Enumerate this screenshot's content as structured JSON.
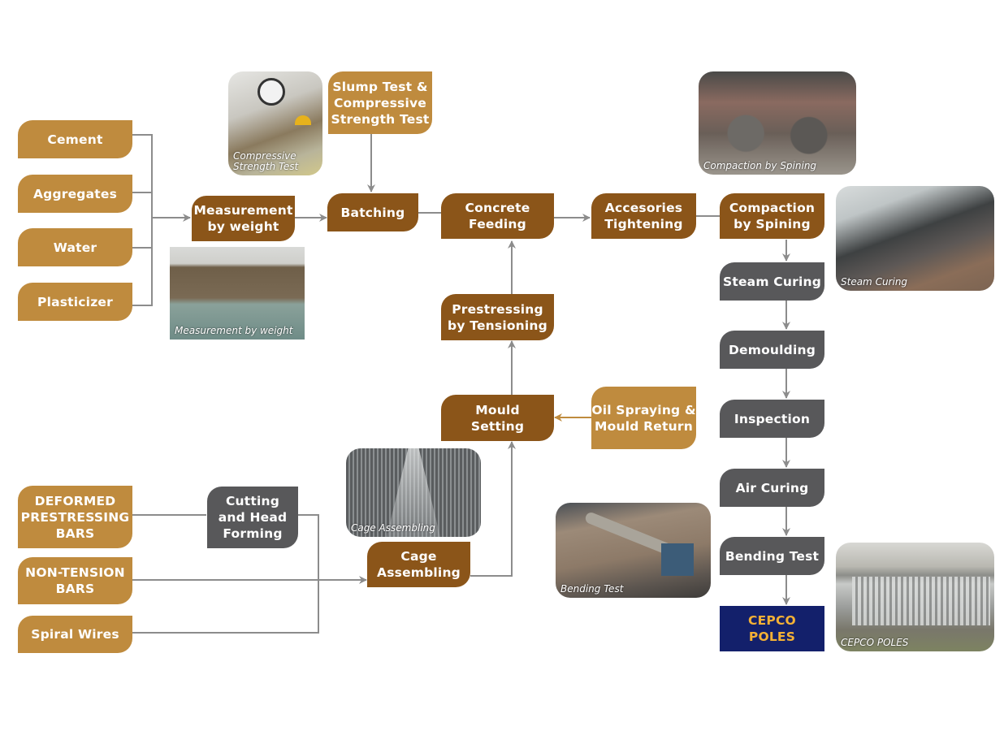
{
  "colors": {
    "raw_material": "#BF8B3E",
    "process": "#8B5519",
    "finishing": "#58585A",
    "product": "#13206B",
    "product_text": "#F4B135",
    "connector": "#8C8C8C",
    "return_connector": "#BF8B3E"
  },
  "inputs": {
    "concrete": [
      "Cement",
      "Aggregates",
      "Water",
      "Plasticizer"
    ],
    "steel": [
      "DEFORMED\nPRESTRESSING\nBARS",
      "NON-TENSION\nBARS",
      "Spiral Wires"
    ]
  },
  "steps": {
    "measurement": "Measurement\nby weight",
    "slump_test": "Slump Test &\nCompressive\nStrength Test",
    "batching": "Batching",
    "concrete_feeding": "Concrete\nFeeding",
    "accessories": "Accesories\nTightening",
    "compaction": "Compaction\nby Spining",
    "prestressing": "Prestressing\nby Tensioning",
    "mould_setting": "Mould\nSetting",
    "oil_spraying": "Oil Spraying &\nMould Return",
    "cutting": "Cutting\nand Head\nForming",
    "cage_assembling": "Cage\nAssembling",
    "steam_curing": "Steam Curing",
    "demoulding": "Demoulding",
    "inspection": "Inspection",
    "air_curing": "Air Curing",
    "bending_test": "Bending Test",
    "product": "CEPCO\nPOLES"
  },
  "photos": {
    "compressive": "Compressive\nStrength Test",
    "measurement": "Measurement by weight",
    "compaction": "Compaction by Spining",
    "steam_curing": "Steam Curing",
    "cage": "Cage Assembling",
    "bending": "Bending Test",
    "poles": "CEPCO POLES"
  }
}
